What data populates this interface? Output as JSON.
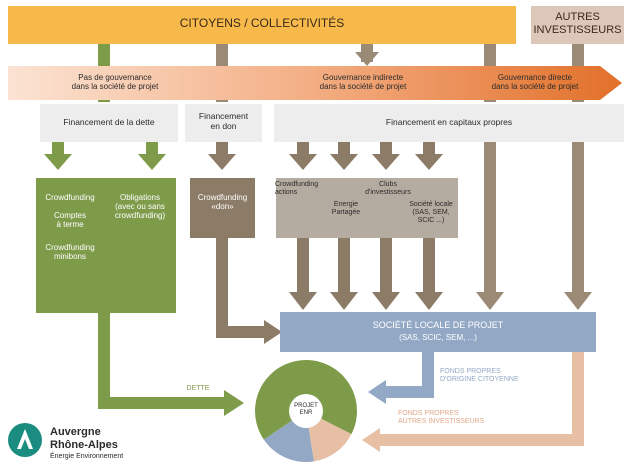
{
  "header": {
    "citizens": "CITOYENS / COLLECTIVITÉS",
    "other_investors": "AUTRES\nINVESTISSEURS"
  },
  "governance": {
    "none": "Pas de gouvernance\ndans la société de projet",
    "indirect": "Gouvernance indirecte\ndans la société de projet",
    "direct": "Gouvernance directe\ndans la société de projet"
  },
  "financing": {
    "debt": "Financement de la dette",
    "donation": "Financement\nen don",
    "equity": "Financement en capitaux propres"
  },
  "debt_box": {
    "crowdfunding": "Crowdfunding",
    "term_accounts": "Comptes\nà terme",
    "crowdfunding_minibons": "Crowdfunding\nminibons",
    "bonds": "Obligations\n(avec ou sans\ncrowdfunding)"
  },
  "donation_box": {
    "crowdfunding_don": "Crowdfunding\n«don»"
  },
  "equity_box": {
    "crowdfunding_actions": "Crowdfunding\nactions",
    "energie_partagee": "Energie\nPartagée",
    "clubs": "Clubs\nd'investisseurs",
    "societe_locale": "Société locale\n(SAS, SEM,\nSCIC ...)"
  },
  "project_company": {
    "title": "SOCIÉTÉ LOCALE DE PROJET",
    "subtitle": "(SAS, SCIC, SEM, ...)"
  },
  "flows": {
    "debt": "DETTE",
    "citizen_equity": "FONDS PROPRES\nD'ORIGINE CITOYENNE",
    "investor_equity": "FONDS PROPRES\nAUTRES INVESTISSEURS"
  },
  "project": {
    "label": "PROJET\nENR"
  },
  "logo": {
    "line1": "Auvergne",
    "line2": "Rhône-Alpes",
    "line3": "Énergie Environnement"
  },
  "colors": {
    "orange": "#f6b94a",
    "green": "#7e9b4a",
    "brown": "#8c7b67",
    "taupe": "#b5aca1",
    "blue": "#93a8c5",
    "salmon": "#e6bfa5",
    "gray_box": "#ededed",
    "teal": "#1b8c80"
  },
  "pie": {
    "segments": [
      {
        "name": "dette",
        "fraction": 0.67,
        "color": "#7e9b4a"
      },
      {
        "name": "fonds-propres-citoyens",
        "fraction": 0.18,
        "color": "#93a8c5"
      },
      {
        "name": "fonds-propres-investisseurs",
        "fraction": 0.15,
        "color": "#e6bfa5"
      }
    ]
  }
}
